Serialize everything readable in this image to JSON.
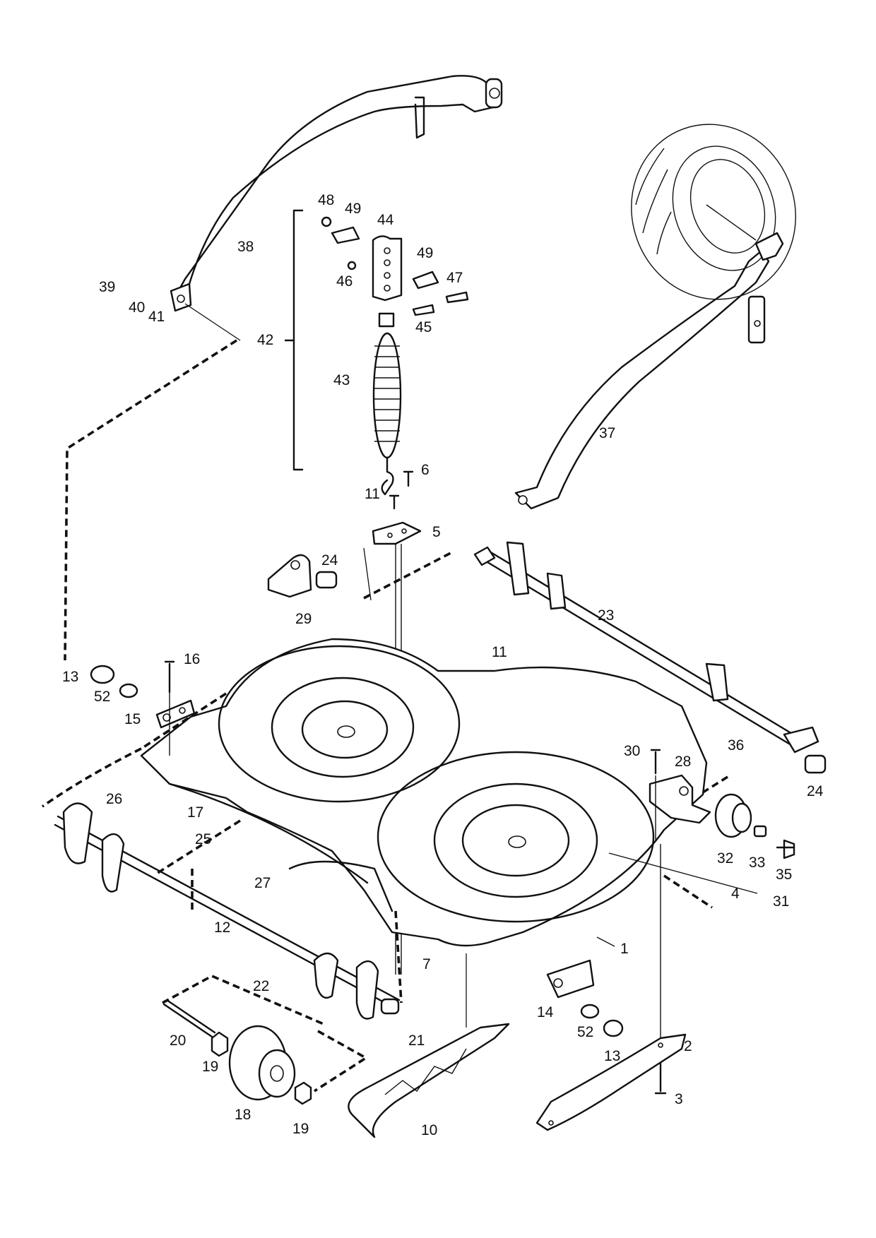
{
  "callouts": {
    "c1": "1",
    "c2": "2",
    "c3": "3",
    "c4": "4",
    "c5": "5",
    "c6": "6",
    "c7": "7",
    "c10": "10",
    "c11a": "11",
    "c11b": "11",
    "c12": "12",
    "c13a": "13",
    "c13b": "13",
    "c14": "14",
    "c15": "15",
    "c16": "16",
    "c17": "17",
    "c18": "18",
    "c19a": "19",
    "c19b": "19",
    "c20": "20",
    "c21": "21",
    "c22": "22",
    "c23": "23",
    "c24a": "24",
    "c24b": "24",
    "c25": "25",
    "c26": "26",
    "c27": "27",
    "c28": "28",
    "c29": "29",
    "c30": "30",
    "c31": "31",
    "c32": "32",
    "c33": "33",
    "c35": "35",
    "c36": "36",
    "c37": "37",
    "c38": "38",
    "c39": "39",
    "c40": "40",
    "c41": "41",
    "c42": "42",
    "c43": "43",
    "c44": "44",
    "c45": "45",
    "c46": "46",
    "c47": "47",
    "c48": "48",
    "c49a": "49",
    "c49b": "49",
    "c52a": "52",
    "c52b": "52"
  }
}
